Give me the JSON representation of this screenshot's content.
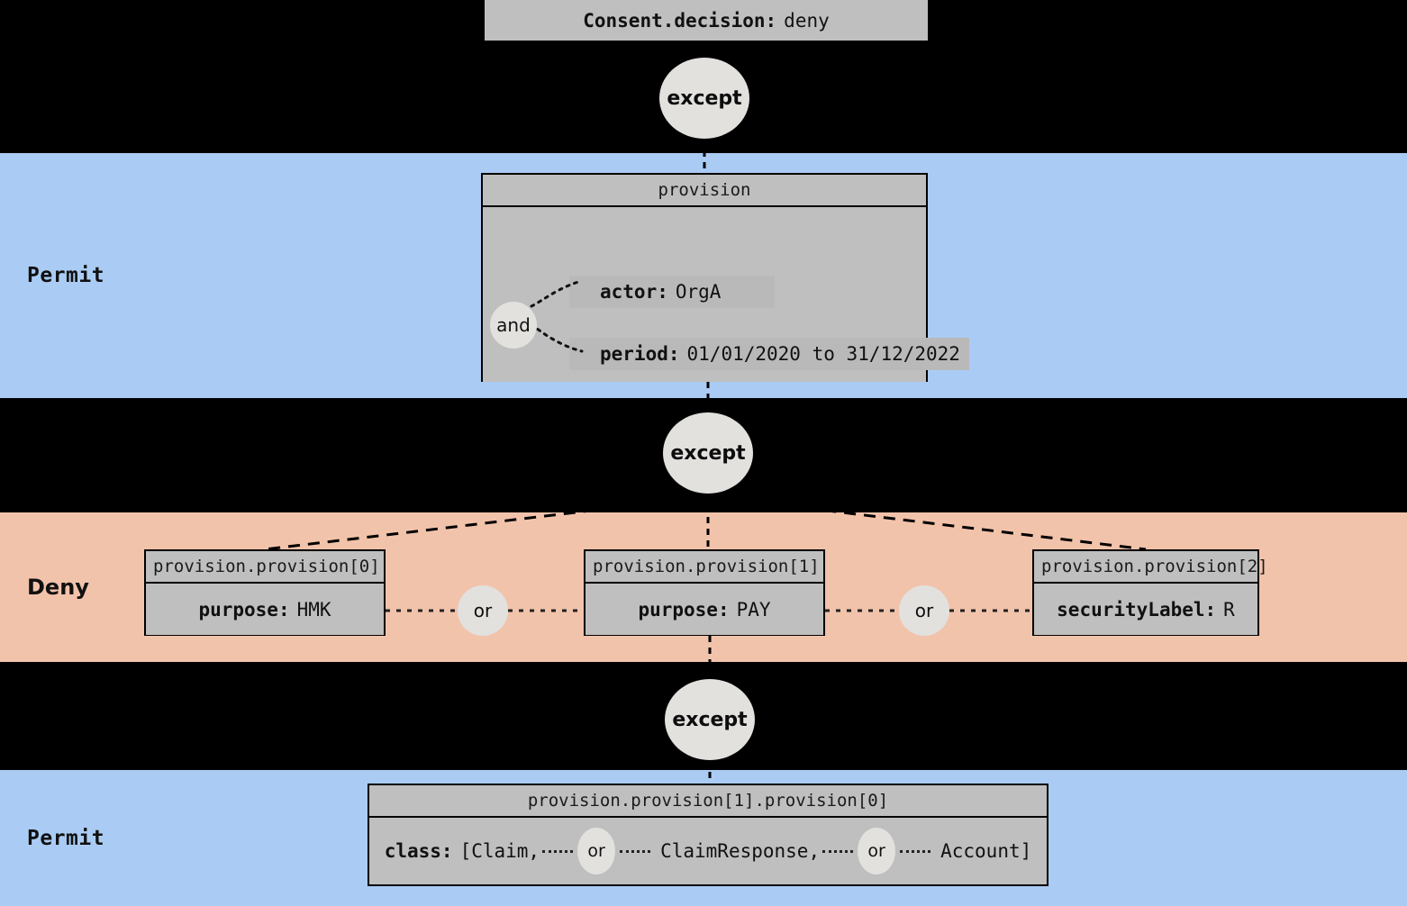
{
  "diagram": {
    "title_node": {
      "key": "Consent.decision:",
      "value": "deny"
    },
    "bands": [
      {
        "name": "permit-top",
        "label": "Permit",
        "color": "#aaccf4"
      },
      {
        "name": "deny",
        "label": "Deny",
        "color": "#f2c3ab"
      },
      {
        "name": "permit-bottom",
        "label": "Permit",
        "color": "#aaccf4"
      }
    ],
    "operators": {
      "except": "except",
      "and": "and",
      "or": "or"
    },
    "provision": {
      "header": "provision",
      "rows": [
        {
          "key": "actor:",
          "value": "OrgA"
        },
        {
          "key": "period:",
          "value": "01/01/2020 to 31/12/2022"
        }
      ],
      "join": "and"
    },
    "deny_nodes": [
      {
        "header": "provision.provision[0]",
        "key": "purpose:",
        "value": "HMK"
      },
      {
        "header": "provision.provision[1]",
        "key": "purpose:",
        "value": "PAY"
      },
      {
        "header": "provision.provision[2]",
        "key": "securityLabel:",
        "value": "R"
      }
    ],
    "deny_join": "or",
    "permit_node": {
      "header": "provision.provision[1].provision[0]",
      "key": "class:",
      "open_bracket": "[Claim,",
      "middle": "ClaimResponse,",
      "close": "Account]",
      "join": "or"
    },
    "colors": {
      "background": "#000000",
      "permit_band": "#aaccf4",
      "deny_band": "#f2c3ab",
      "node_fill": "#bfbfbf",
      "bubble_fill": "#e2e1de",
      "stroke": "#000000"
    }
  }
}
